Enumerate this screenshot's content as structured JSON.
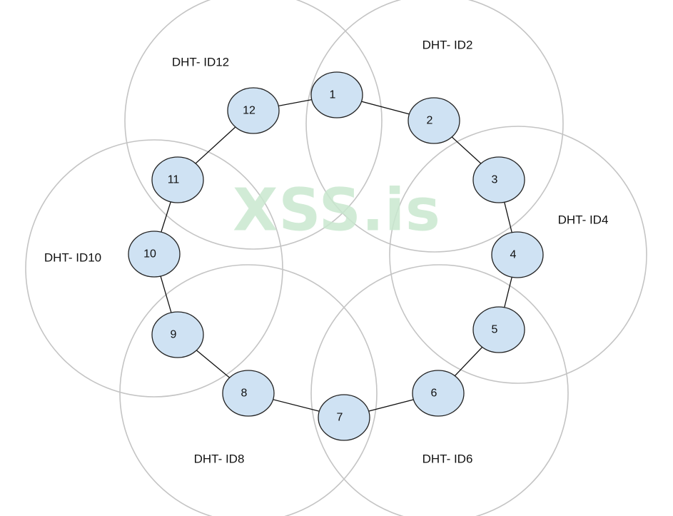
{
  "watermark": {
    "text": "XSS.is"
  },
  "zones": [
    {
      "label": "DHT- ID2"
    },
    {
      "label": "DHT- ID4"
    },
    {
      "label": "DHT- ID6"
    },
    {
      "label": "DHT- ID8"
    },
    {
      "label": "DHT- ID10"
    },
    {
      "label": "DHT- ID12"
    }
  ],
  "nodes": [
    {
      "label": "1"
    },
    {
      "label": "2"
    },
    {
      "label": "3"
    },
    {
      "label": "4"
    },
    {
      "label": "5"
    },
    {
      "label": "6"
    },
    {
      "label": "7"
    },
    {
      "label": "8"
    },
    {
      "label": "9"
    },
    {
      "label": "10"
    },
    {
      "label": "11"
    },
    {
      "label": "12"
    }
  ],
  "colors": {
    "node_fill": "#cfe2f3",
    "zone_stroke": "#c4c4c4",
    "watermark": "#c9e8cf"
  }
}
